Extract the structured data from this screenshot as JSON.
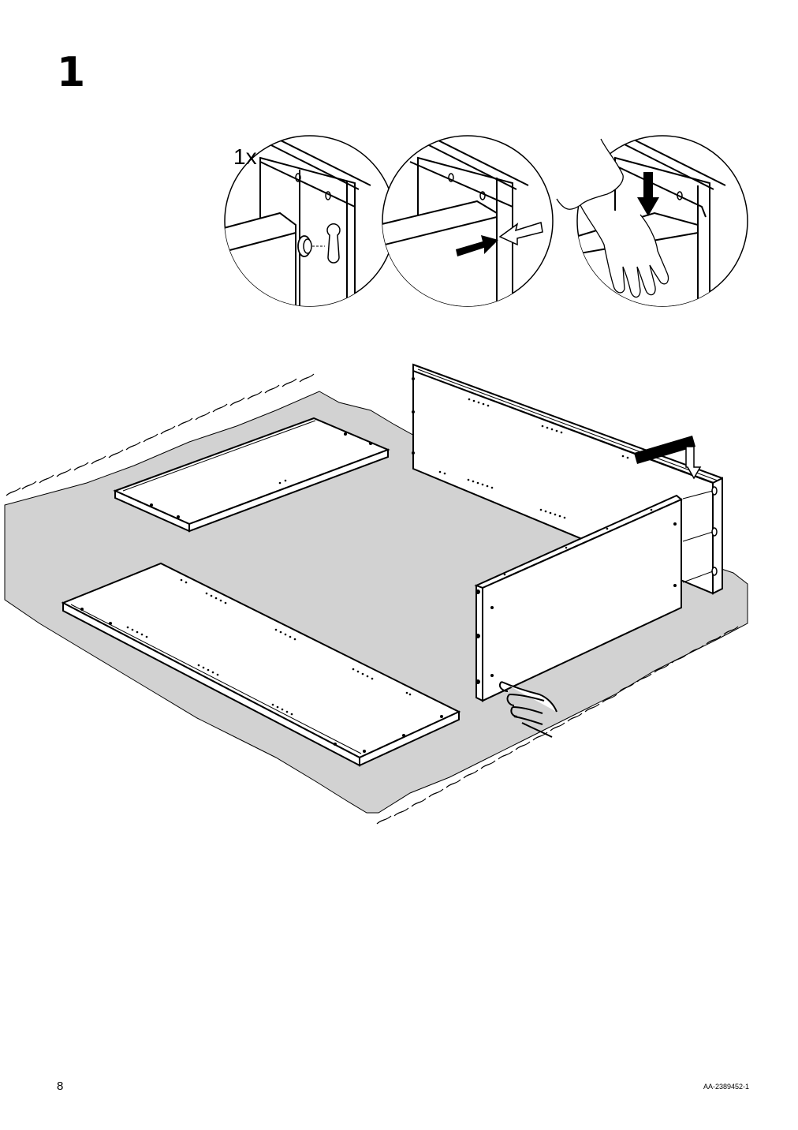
{
  "step": {
    "number": "1"
  },
  "details": [
    {
      "quantity": "1x"
    },
    {},
    {}
  ],
  "footer": {
    "page_number": "8",
    "doc_code": "AA-2389452-1"
  },
  "colors": {
    "rug": "#d2d2d2",
    "line": "#000000",
    "panel": "#ffffff"
  },
  "icons": [
    "cam-screw-icon",
    "push-arrow-icon",
    "press-down-arrow-icon",
    "hand-icon",
    "pointing-hand-icon"
  ]
}
